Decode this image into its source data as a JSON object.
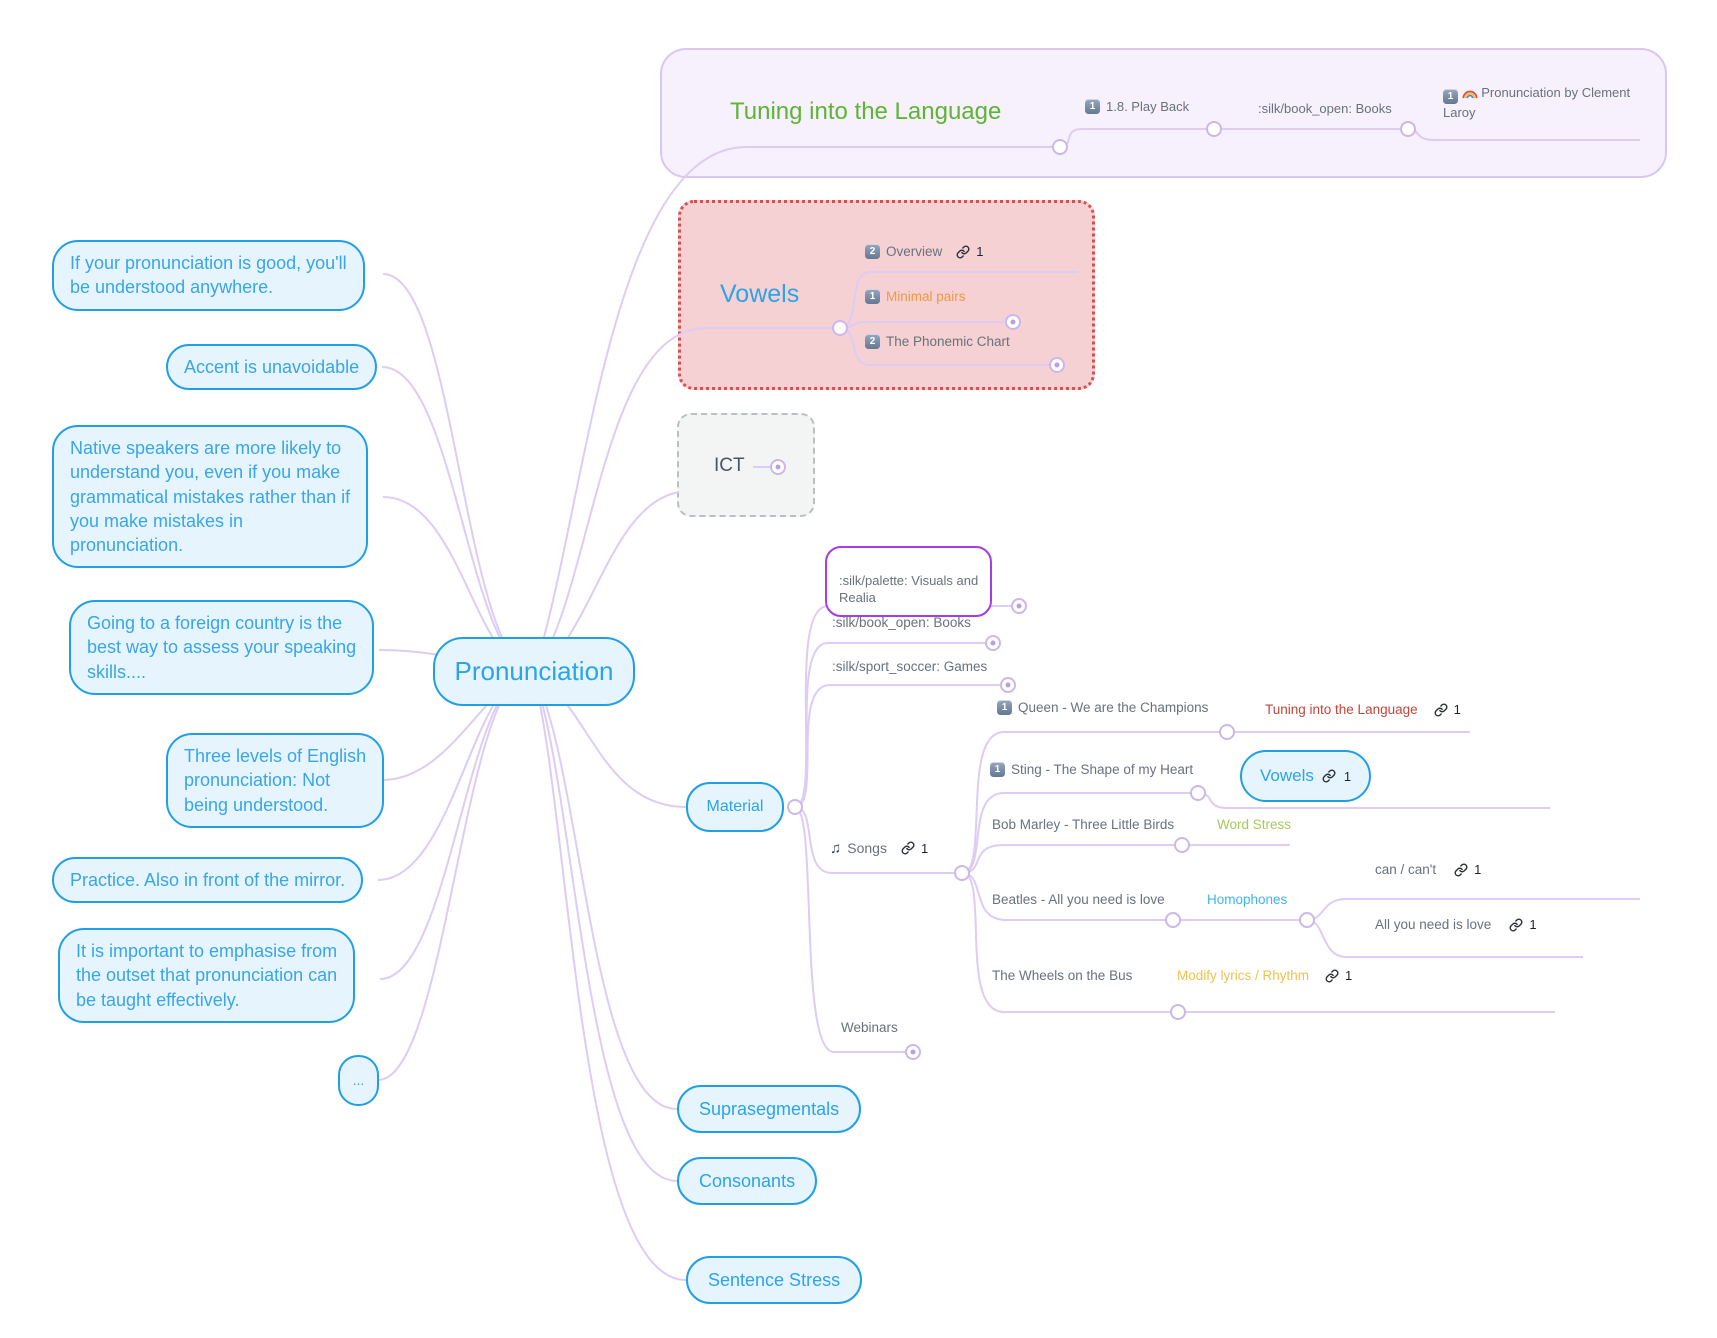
{
  "root": {
    "label": "Pronunciation"
  },
  "notes": [
    {
      "text": "If your pronunciation is good, you'll\nbe understood anywhere."
    },
    {
      "text": "Accent is unavoidable"
    },
    {
      "text": "Native speakers are more likely to\nunderstand you, even if you make\ngrammatical mistakes rather than if\nyou make mistakes in\npronunciation."
    },
    {
      "text": "Going to a foreign country is the\nbest way to assess your speaking\nskills...."
    },
    {
      "text": "Three levels of English\npronunciation: Not\nbeing understood."
    },
    {
      "text": "Practice. Also in front of the mirror."
    },
    {
      "text": "It is important to emphasise from\nthe outset that pronunciation can\nbe taught effectively."
    },
    {
      "text": "..."
    }
  ],
  "tuning": {
    "title": "Tuning into the Language",
    "playback": {
      "badge": "1",
      "label": "1.8. Play Back"
    },
    "books": {
      "label": ":silk/book_open: Books"
    },
    "laroy": {
      "badge": "1",
      "label": "Pronunciation by Clement\nLaroy"
    }
  },
  "vowels": {
    "title": "Vowels",
    "overview": {
      "badge": "2",
      "label": "Overview",
      "link_count": "1"
    },
    "minimal": {
      "badge": "1",
      "label": "Minimal pairs"
    },
    "phonemic": {
      "badge": "2",
      "label": "The Phonemic Chart"
    }
  },
  "ict": {
    "title": "ICT"
  },
  "material": {
    "title": "Material",
    "visuals": {
      "label": ":silk/palette: Visuals and\nRealia"
    },
    "books": {
      "label": ":silk/book_open: Books"
    },
    "games": {
      "label": ":silk/sport_soccer: Games"
    },
    "songs": {
      "icon": "♫",
      "label": "Songs",
      "link_count": "1"
    },
    "webinars": {
      "label": "Webinars"
    }
  },
  "songs_children": {
    "queen": {
      "badge": "1",
      "label": "Queen - We are the Champions",
      "ref": "Tuning into the Language",
      "link_count": "1"
    },
    "sting": {
      "badge": "1",
      "label": "Sting - The Shape of my Heart"
    },
    "sting_ref": {
      "label": "Vowels",
      "link_count": "1"
    },
    "marley": {
      "label": "Bob Marley - Three Little Birds",
      "ref": "Word Stress"
    },
    "beatles": {
      "label": "Beatles - All you need is love",
      "ref": "Homophones"
    },
    "can": {
      "label": "can / can't",
      "link_count": "1"
    },
    "all": {
      "label": "All you need is love",
      "link_count": "1"
    },
    "wheels": {
      "label": "The Wheels on the Bus",
      "ref": "Modify lyrics / Rhythm",
      "link_count": "1"
    }
  },
  "topics": {
    "suprasegmentals": "Suprasegmentals",
    "consonants": "Consonants",
    "sentence_stress": "Sentence Stress"
  },
  "colors": {
    "edge": "#ddccf4",
    "node_blue": "#219fe5",
    "node_fill": "#e6f4fd",
    "green_title": "#5eb434",
    "red_link": "#c2473a",
    "orange": "#ec9b43",
    "yellow": "#f0c24e",
    "word_stress_green": "#a7c95a",
    "homophones_blue": "#42b4f3",
    "vowels_box_fill": "#f6d1d3",
    "vowels_box_border": "#d5504e",
    "tuning_box_fill": "#f6f1fc",
    "tuning_box_border": "#d8c6f3",
    "visuals_box_border": "#a43ce8",
    "gray_text": "#68717d"
  }
}
